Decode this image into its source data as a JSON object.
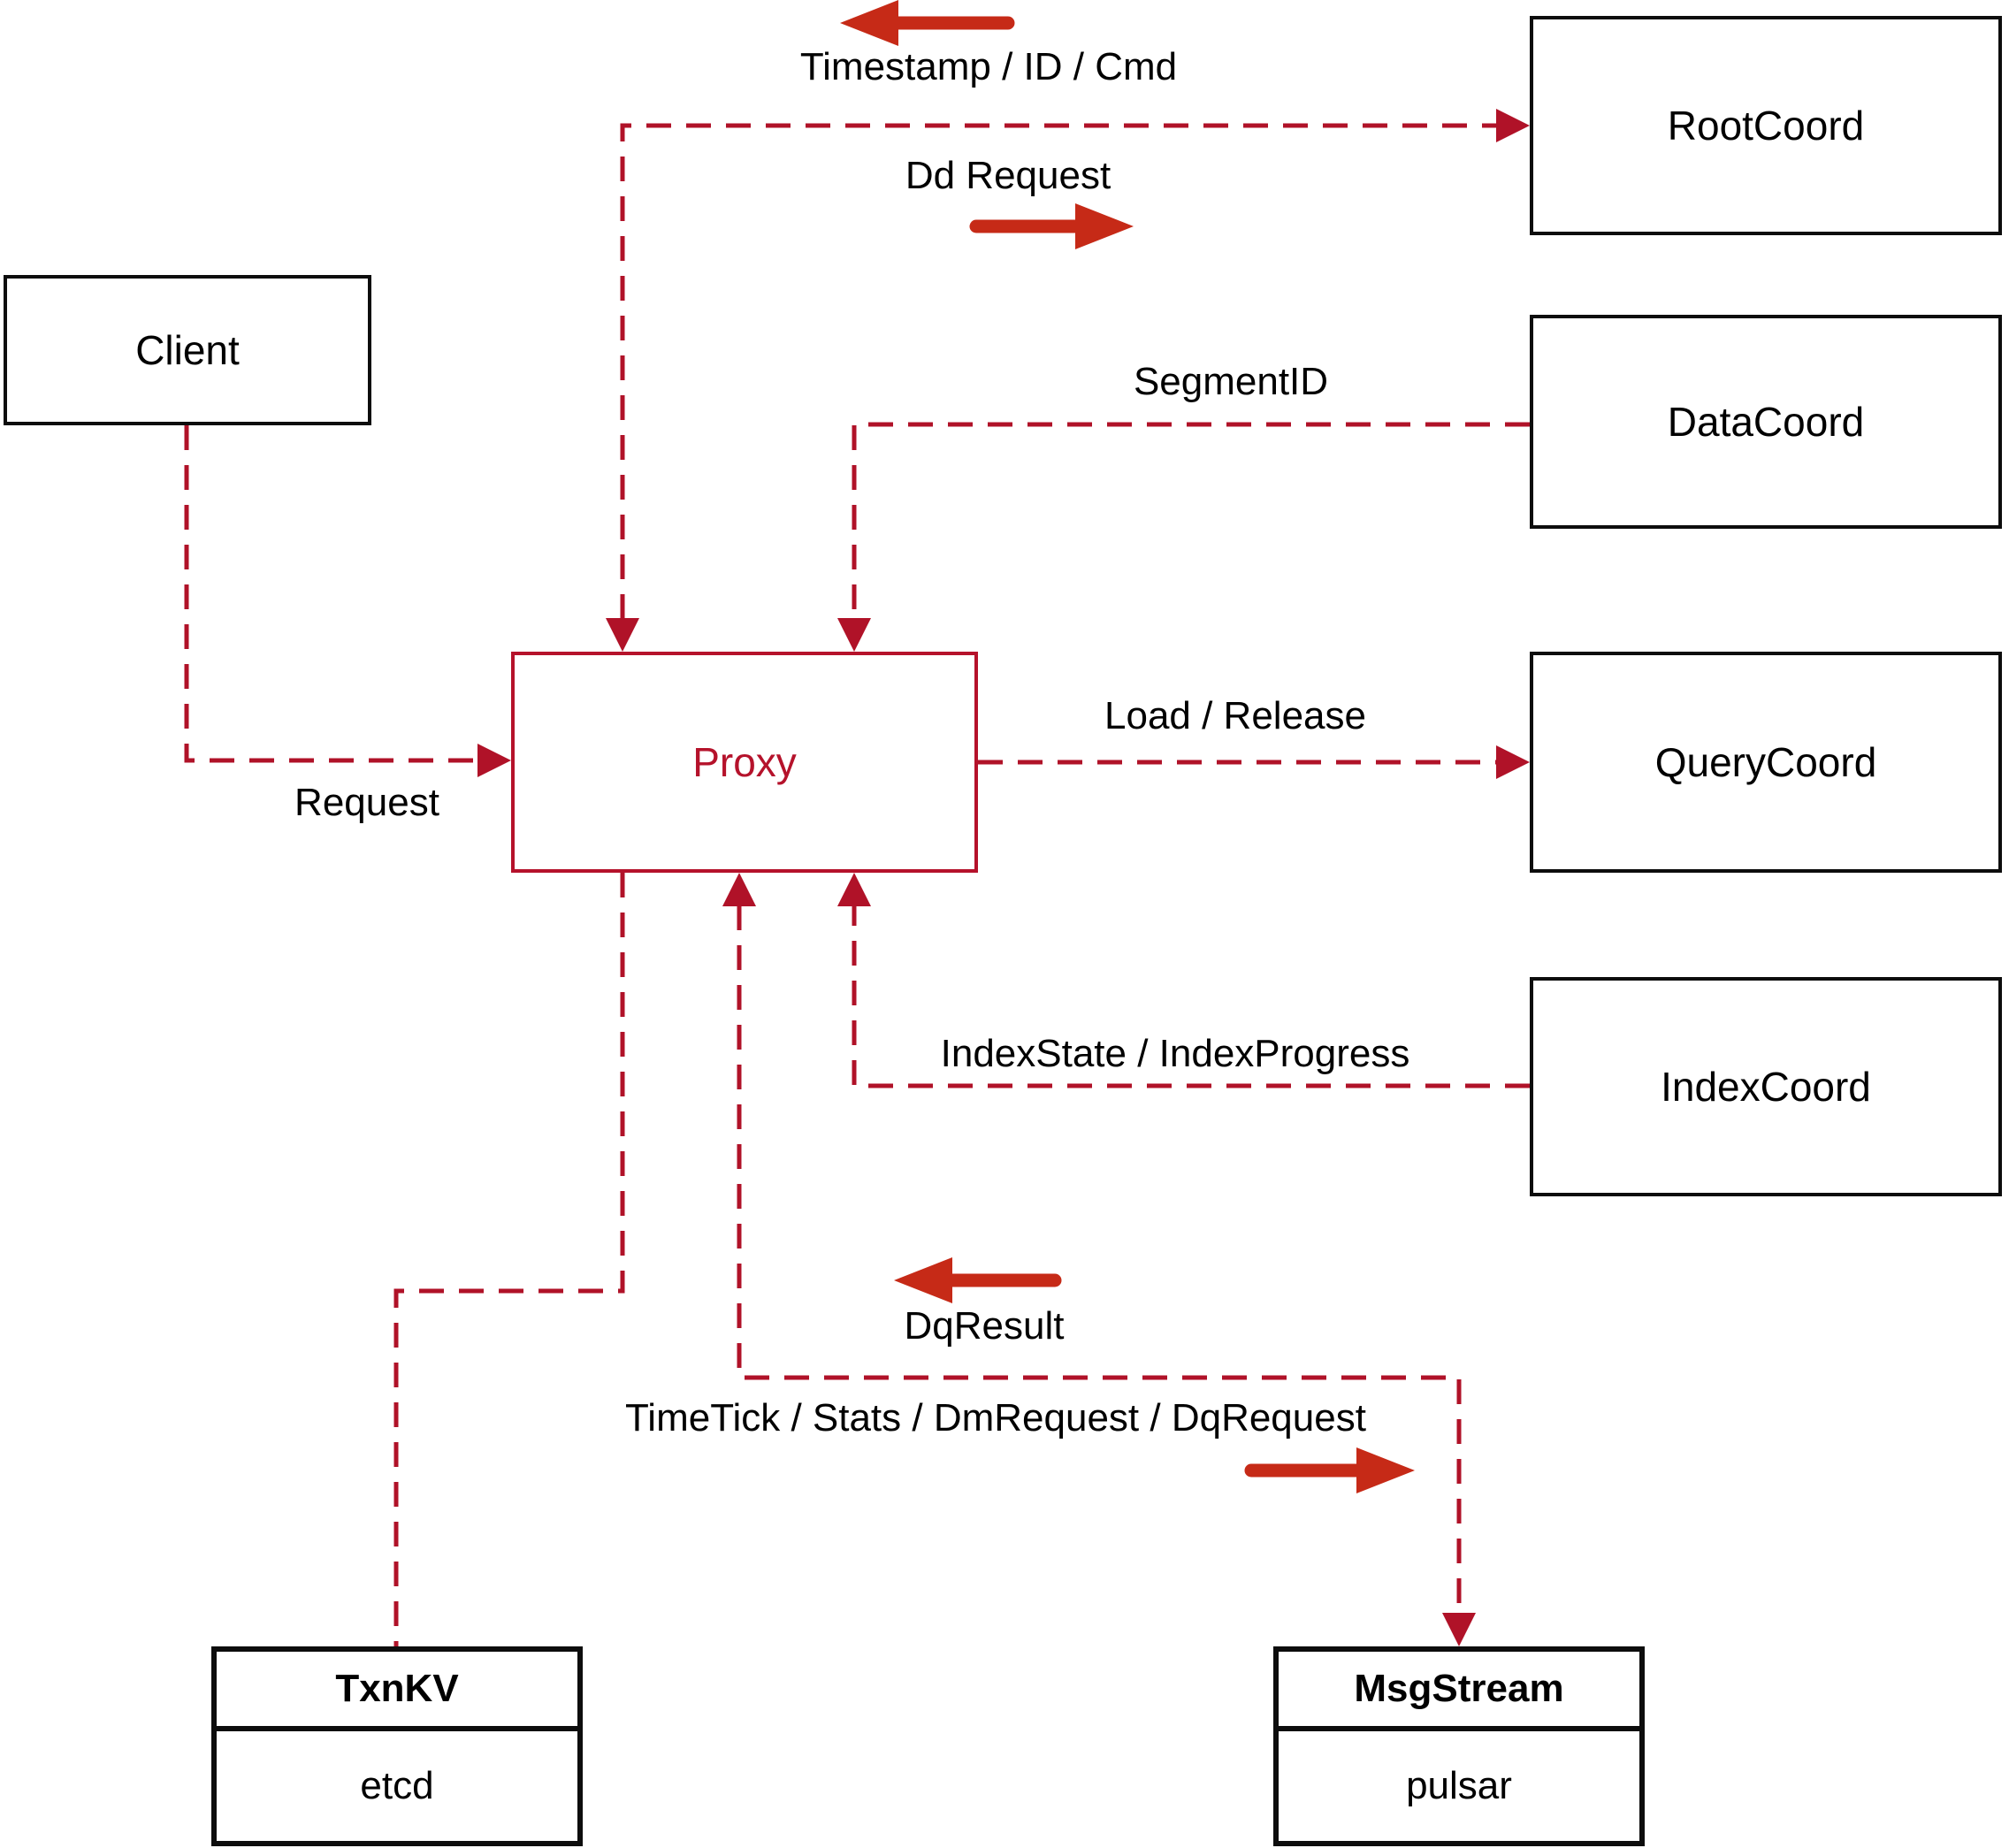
{
  "nodes": {
    "client": {
      "label": "Client"
    },
    "proxy": {
      "label": "Proxy"
    },
    "rootcoord": {
      "label": "RootCoord"
    },
    "datacoord": {
      "label": "DataCoord"
    },
    "querycoord": {
      "label": "QueryCoord"
    },
    "indexcoord": {
      "label": "IndexCoord"
    },
    "txnkv": {
      "title": "TxnKV",
      "impl": "etcd"
    },
    "msgstream": {
      "title": "MsgStream",
      "impl": "pulsar"
    }
  },
  "edges": {
    "client_proxy": {
      "label": "Request",
      "arrow_into": "proxy"
    },
    "proxy_rootcoord": {
      "label_to_proxy": "Timestamp / ID / Cmd",
      "label_to_rootcoord": "Dd Request",
      "direction_indicators": [
        "left-arrow",
        "right-arrow"
      ]
    },
    "datacoord_proxy": {
      "label": "SegmentID",
      "arrow_into": "proxy"
    },
    "proxy_querycoord": {
      "label": "Load / Release",
      "arrow_into": "querycoord"
    },
    "indexcoord_proxy": {
      "label": "IndexState / IndexProgress",
      "arrow_into": "proxy"
    },
    "proxy_txnkv": {
      "label": ""
    },
    "proxy_msgstream": {
      "label_to_proxy": "DqResult",
      "label_to_msgstream": "TimeTick / Stats / DmRequest / DqRequest",
      "direction_indicators": [
        "left-arrow",
        "right-arrow"
      ]
    }
  },
  "colors": {
    "dashed_line": "#b01228",
    "solid_arrow": "#c62a17",
    "proxy_accent": "#b5122b",
    "box_border": "#0d0d0d",
    "text": "#000000",
    "background": "#ffffff"
  }
}
